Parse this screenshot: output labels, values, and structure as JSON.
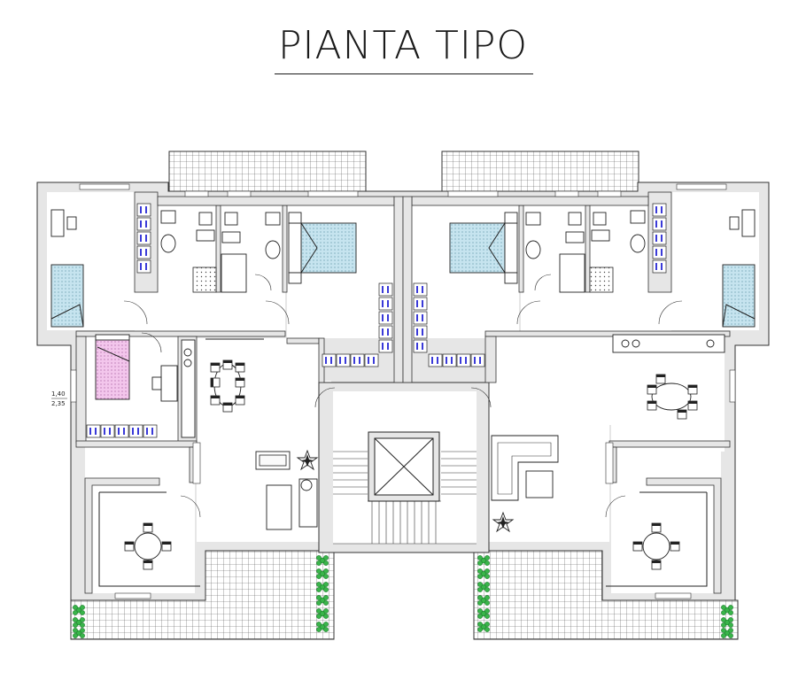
{
  "title": "PIANTA TIPO",
  "dimension_label": {
    "top": "1,40",
    "bottom": "2,35"
  },
  "colors": {
    "wall_fill": "#e6e6e6",
    "wall_stroke": "#333333",
    "double_bed": "#c6e4ef",
    "single_bed": "#f3c6ec",
    "wardrobe_accent": "#3a3ad8",
    "plants": "#39b54a"
  }
}
